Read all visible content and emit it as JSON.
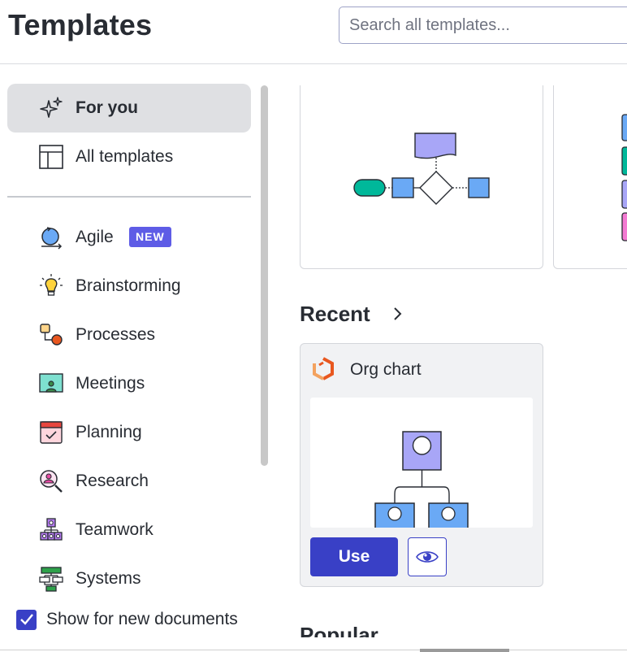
{
  "header": {
    "title": "Templates",
    "search_placeholder": "Search all templates..."
  },
  "sidebar": {
    "items": [
      {
        "label": "For you",
        "icon": "sparkle-icon",
        "active": true
      },
      {
        "label": "All templates",
        "icon": "layout-icon",
        "active": false
      },
      {
        "label": "Agile",
        "icon": "agile-cycle-icon",
        "badge": "NEW"
      },
      {
        "label": "Brainstorming",
        "icon": "lightbulb-icon"
      },
      {
        "label": "Processes",
        "icon": "process-flow-icon"
      },
      {
        "label": "Meetings",
        "icon": "meeting-screen-icon"
      },
      {
        "label": "Planning",
        "icon": "calendar-check-icon"
      },
      {
        "label": "Research",
        "icon": "research-magnifier-icon"
      },
      {
        "label": "Teamwork",
        "icon": "team-hierarchy-icon"
      },
      {
        "label": "Systems",
        "icon": "systems-diagram-icon"
      }
    ],
    "show_for_new_documents": {
      "label": "Show for new documents",
      "checked": true
    }
  },
  "main": {
    "recent": {
      "heading": "Recent",
      "card": {
        "title": "Org chart",
        "use_label": "Use",
        "icon": "org-chart-icon"
      }
    },
    "popular": {
      "heading": "Popular"
    }
  },
  "colors": {
    "accent": "#3940c6",
    "badge": "#5e5ce6",
    "active_bg": "#dfe0e3",
    "shape_blue": "#6aa9f5",
    "shape_purple": "#a8a6f7",
    "shape_teal": "#00b89a"
  }
}
